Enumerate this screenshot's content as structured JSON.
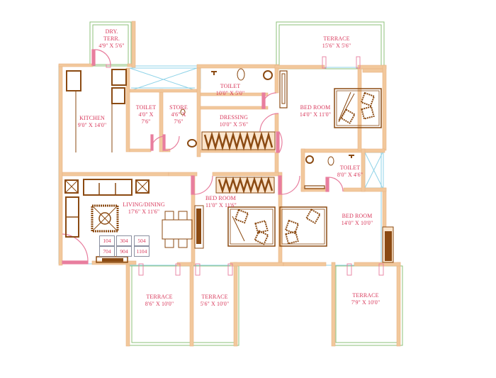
{
  "plan": {
    "colors": {
      "wall": "#f2c89c",
      "wall_edge": "#e8b485",
      "furniture": "#8b4a12",
      "door": "#e87e9e",
      "window": "#8fd3e8",
      "terrace_outline": "#8cc07a",
      "label": "#d8375a",
      "unit_box": "#8a8fa0"
    },
    "rooms": {
      "dry_terrace": {
        "name": "DRY.",
        "name2": "TERR.",
        "size": "4'9\" X 5'6\""
      },
      "terrace_top": {
        "name": "TERRACE",
        "size": "15'6\" X 5'6\""
      },
      "kitchen": {
        "name": "KITCHEN",
        "size": "9'0\" X 14'0\""
      },
      "toilet_1": {
        "name": "TOILET",
        "size": "4'0\" X",
        "size2": "7'6\""
      },
      "store": {
        "name": "STORE",
        "size": "4'6\" X",
        "size2": "7'6\""
      },
      "toilet_2": {
        "name": "TOILET",
        "size": "10'0\" X 5'0\""
      },
      "dressing": {
        "name": "DRESSING",
        "size": "10'0\" X 5'6\""
      },
      "bedroom_master": {
        "name": "BED ROOM",
        "size": "14'0\" X 11'0\""
      },
      "toilet_3": {
        "name": "TOILET",
        "size": "8'0\" X 4'6\""
      },
      "living_dining": {
        "name": "LIVING/DINING",
        "size": "17'6\" X 11'6\""
      },
      "bedroom_2": {
        "name": "BED ROOM",
        "size": "11'0\" X 11'6\""
      },
      "bedroom_3": {
        "name": "BED ROOM",
        "size": "14'0\" X 10'0\""
      },
      "terrace_1": {
        "name": "TERRACE",
        "size": "8'6\" X 10'0\""
      },
      "terrace_2": {
        "name": "TERRACE",
        "size": "5'6\" X 10'0\""
      },
      "terrace_3": {
        "name": "TERRACE",
        "size": "7'9\" X 10'0\""
      }
    },
    "unit_numbers": [
      "104",
      "304",
      "504",
      "704",
      "904",
      "1104"
    ]
  }
}
